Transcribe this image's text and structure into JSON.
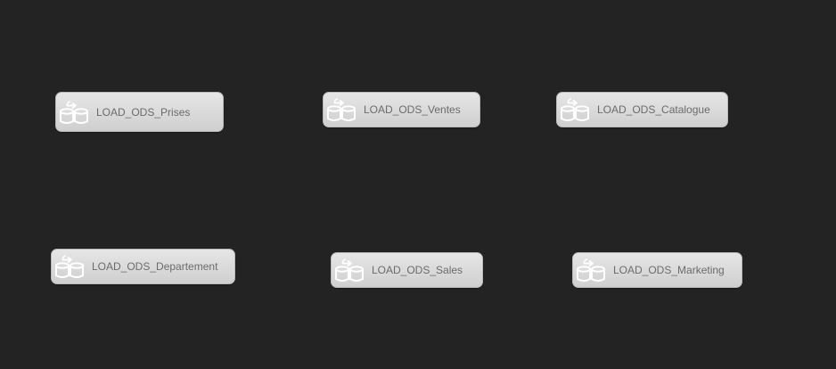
{
  "canvas": {
    "background": "#232323",
    "tasks": [
      {
        "label": "LOAD_ODS_Prises",
        "icon": "database-transfer-icon"
      },
      {
        "label": "LOAD_ODS_Ventes",
        "icon": "database-transfer-icon"
      },
      {
        "label": "LOAD_ODS_Catalogue",
        "icon": "database-transfer-icon"
      },
      {
        "label": "LOAD_ODS_Departement",
        "icon": "database-transfer-icon"
      },
      {
        "label": "LOAD_ODS_Sales",
        "icon": "database-transfer-icon"
      },
      {
        "label": "LOAD_ODS_Marketing",
        "icon": "database-transfer-icon"
      }
    ]
  }
}
